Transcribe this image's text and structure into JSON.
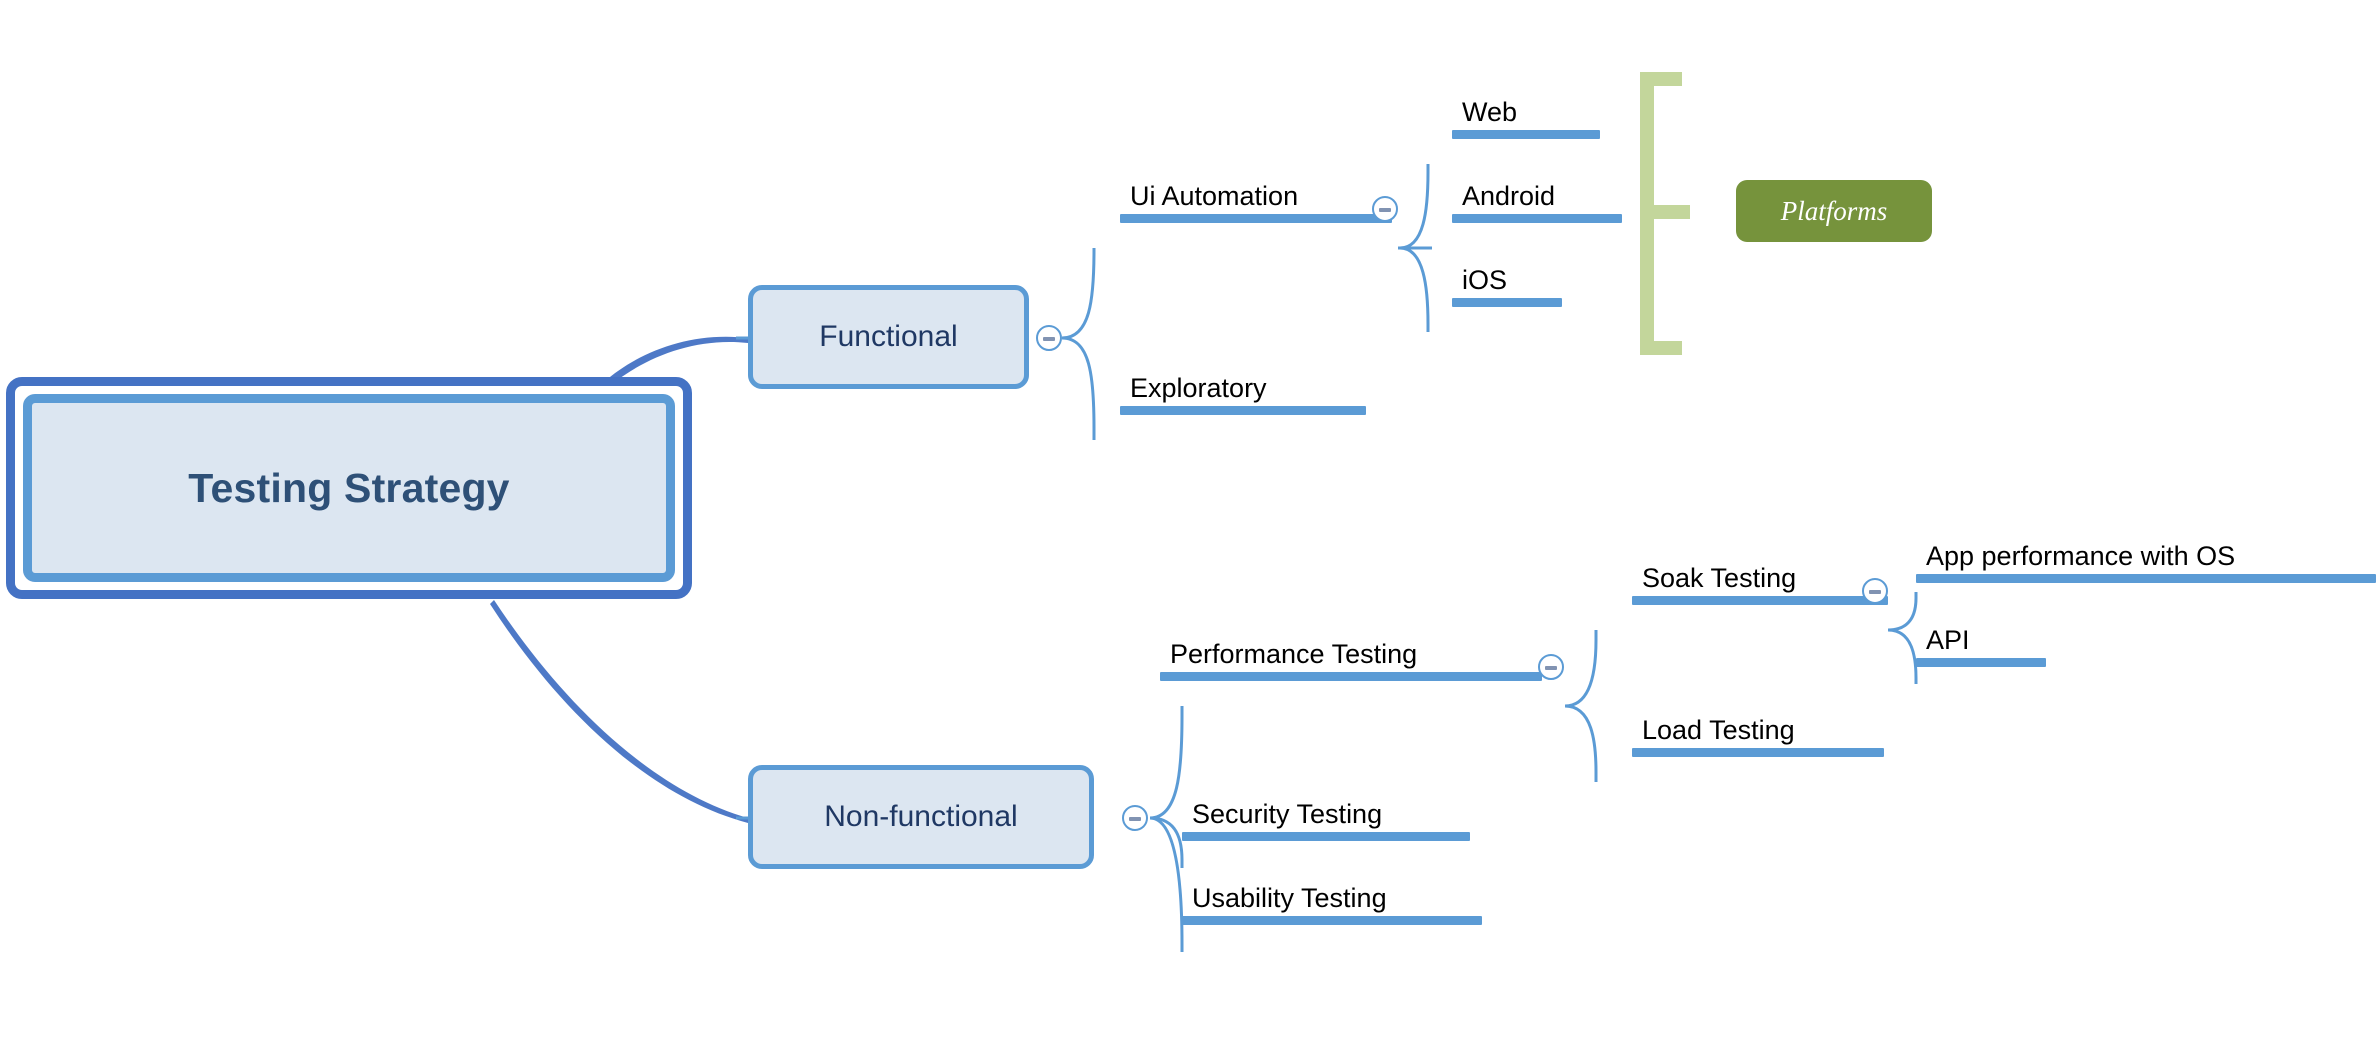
{
  "diagram": {
    "type": "mind-map",
    "title": "Testing Strategy",
    "background_color": "#FFFFFF",
    "colors": {
      "root_outer_border": "#4472C4",
      "root_inner_border": "#5B9BD5",
      "node_fill": "#DCE6F1",
      "node_text": "#1F3864",
      "branch_line": "#5B9BD5",
      "leaf_text": "#000000",
      "tag_fill": "#76933C",
      "tag_text": "#FFFFFF",
      "bracket": "#C3D69B",
      "toggle_minus": "#8193B2"
    }
  },
  "root": {
    "label": "Testing Strategy"
  },
  "branches": {
    "functional": {
      "label": "Functional",
      "toggle_state": "expanded",
      "toggle_glyph": "minus",
      "children": [
        {
          "label": "Ui Automation",
          "toggle_state": "expanded",
          "toggle_glyph": "minus",
          "children": [
            {
              "label": "Web"
            },
            {
              "label": "Android"
            },
            {
              "label": "iOS"
            }
          ]
        },
        {
          "label": "Exploratory"
        }
      ]
    },
    "nonfunctional": {
      "label": "Non-functional",
      "toggle_state": "expanded",
      "toggle_glyph": "minus",
      "children": [
        {
          "label": "Performance Testing",
          "toggle_state": "expanded",
          "toggle_glyph": "minus",
          "children": [
            {
              "label": "Soak Testing",
              "toggle_state": "expanded",
              "toggle_glyph": "minus",
              "children": [
                {
                  "label": "App performance with OS"
                },
                {
                  "label": "API"
                }
              ]
            },
            {
              "label": "Load Testing"
            }
          ]
        },
        {
          "label": "Security Testing"
        },
        {
          "label": "Usability Testing"
        }
      ]
    }
  },
  "annotations": {
    "platforms_tag": {
      "label": "Platforms",
      "groups": [
        "Web",
        "Android",
        "iOS"
      ]
    }
  }
}
